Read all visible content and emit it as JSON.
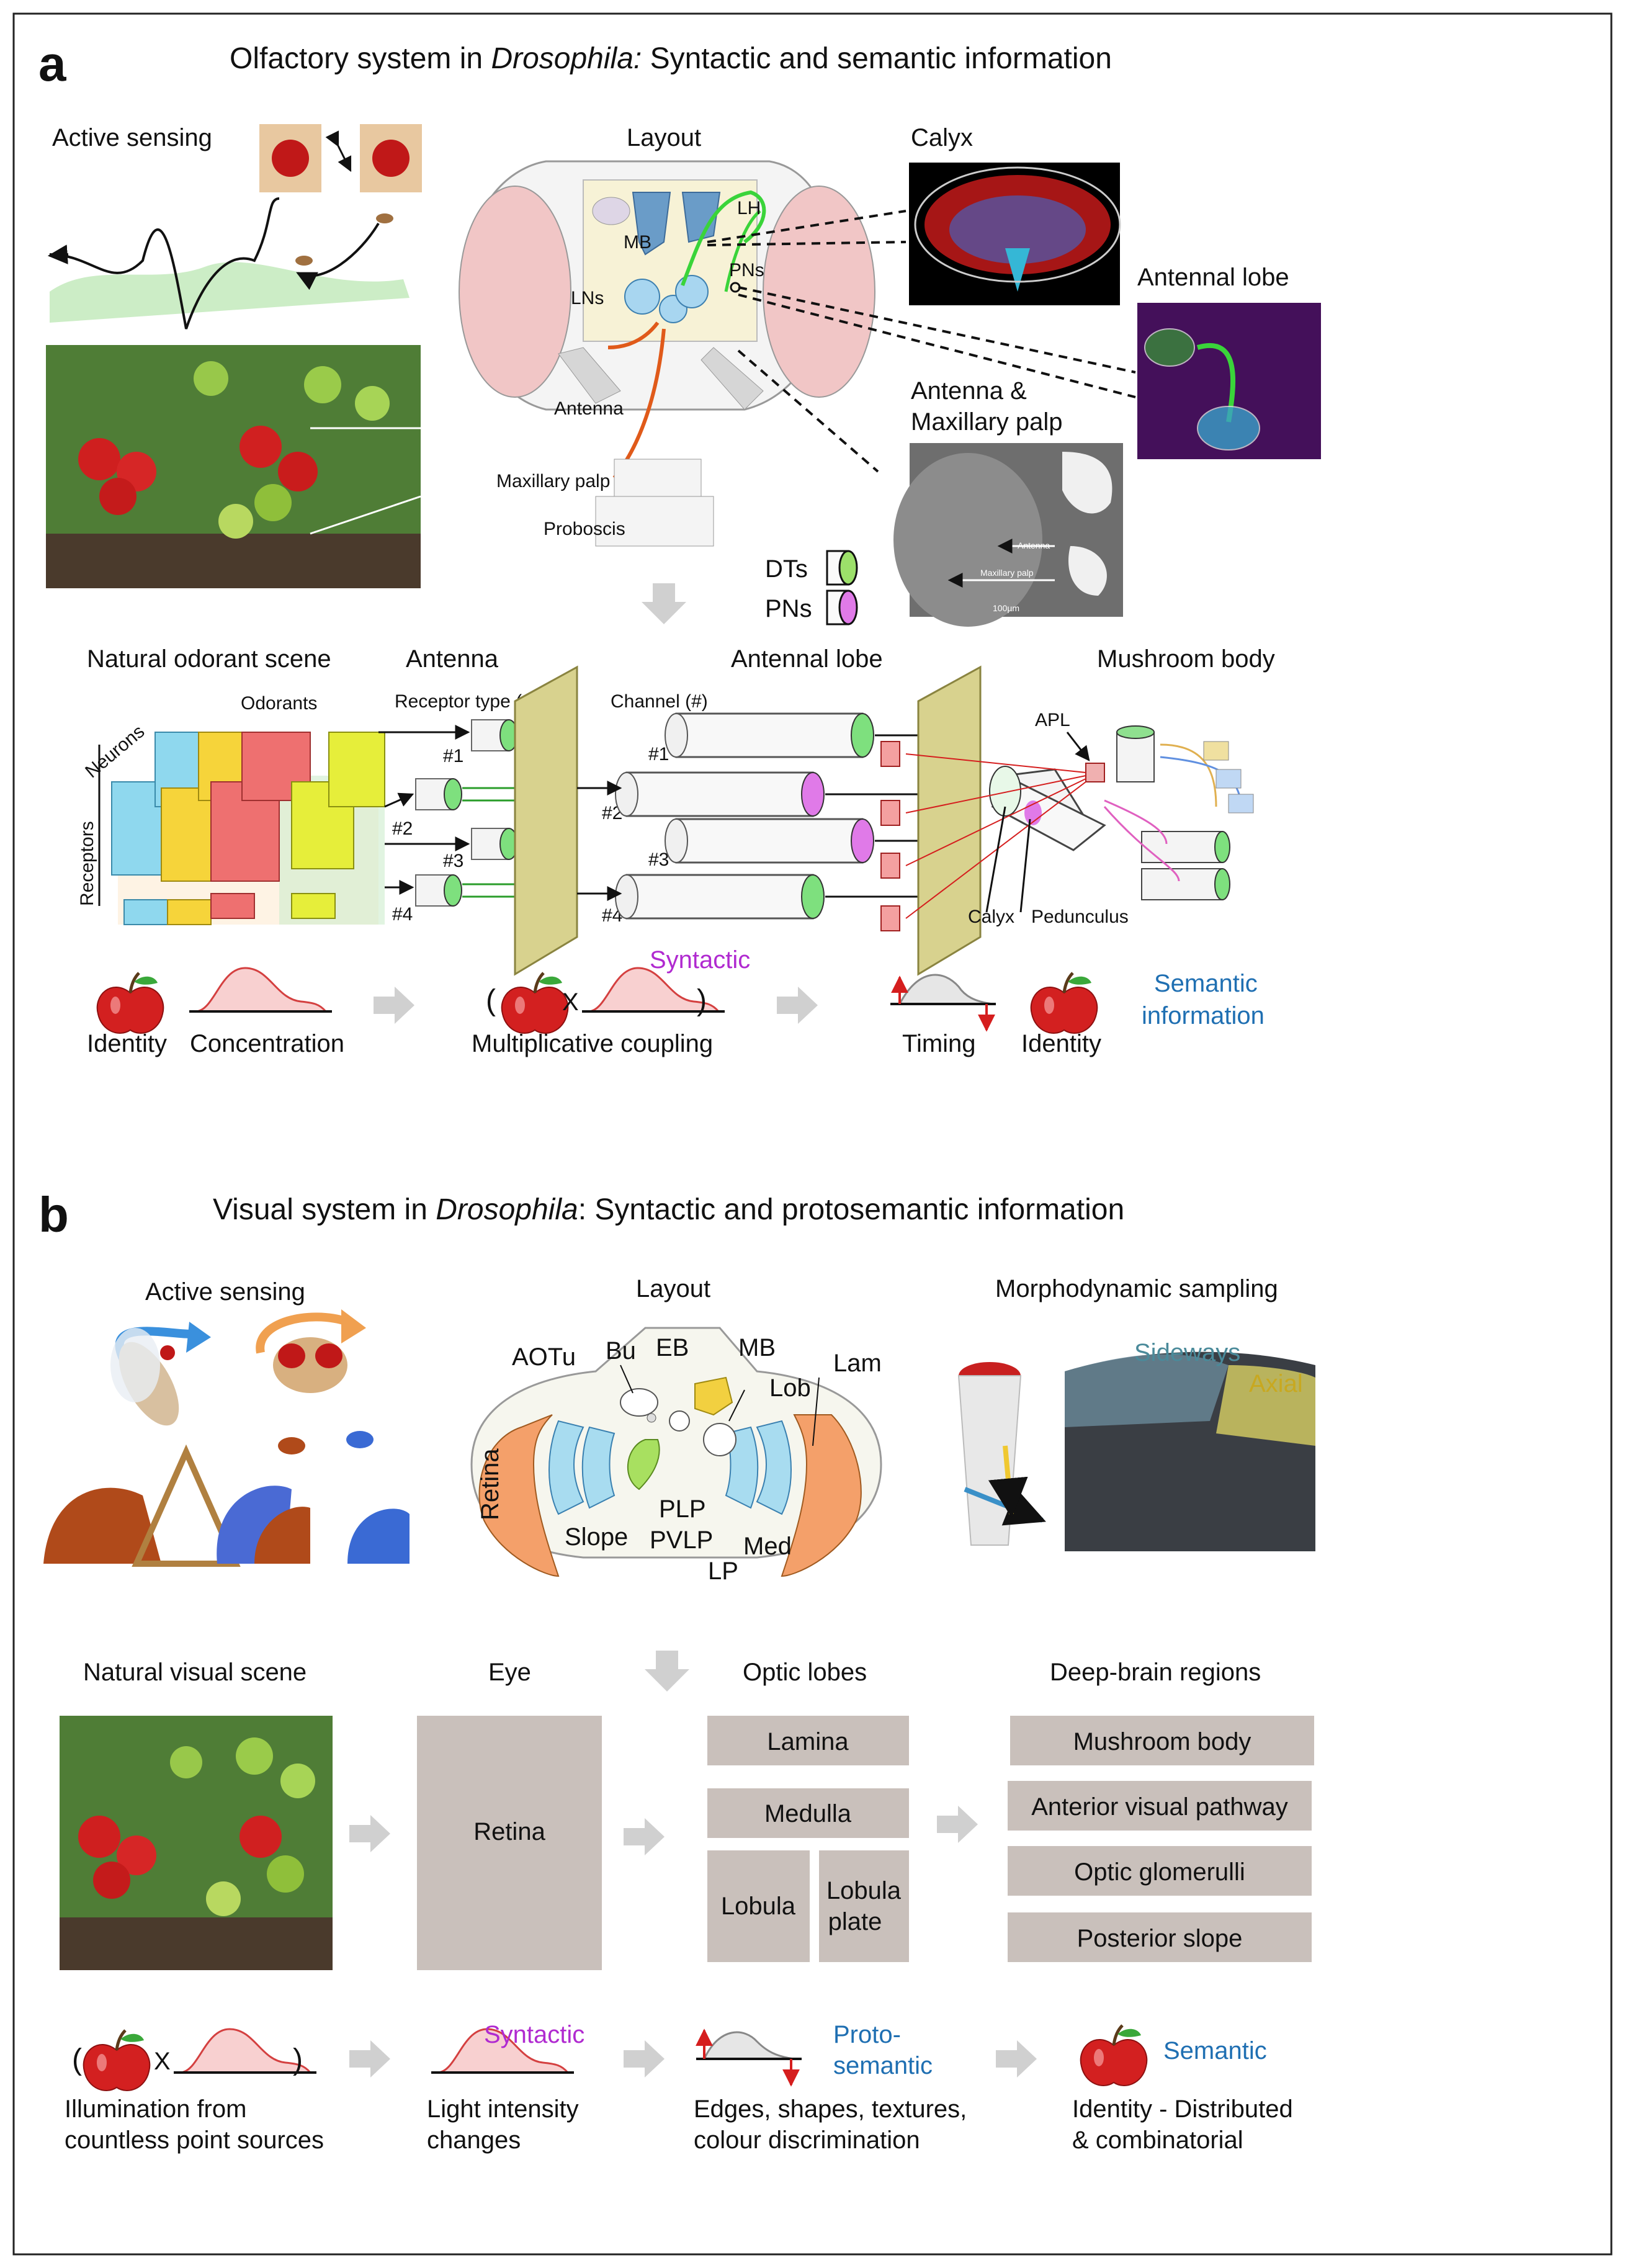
{
  "panel_a": {
    "letter": "a",
    "title_pre": "Olfactory system in ",
    "title_italic": "Drosophila:",
    "title_post": " Syntactic and semantic information",
    "active_sensing": "Active sensing",
    "layout": "Layout",
    "calyx": "Calyx",
    "antennal_lobe_img": "Antennal lobe",
    "antenna_palp_line1": "Antenna &",
    "antenna_palp_line2": "Maxillary palp",
    "brain_labels": {
      "lh": "LH",
      "mb": "MB",
      "pns": "PNs",
      "lns": "LNs",
      "antenna": "Antenna",
      "maxillary_palp": "Maxillary palp",
      "proboscis": "Proboscis"
    },
    "legend": {
      "dts": "DTs",
      "pns": "PNs"
    },
    "sem_labels": {
      "antenna": "Antenna",
      "maxillary_palp": "Maxillary palp",
      "scale": "100µm"
    },
    "stage_headers": [
      "Natural odorant scene",
      "Antenna",
      "Antennal lobe",
      "Mushroom body"
    ],
    "odorants": "Odorants",
    "neurons": "Neurons",
    "receptors": "Receptors",
    "receptor_type": "Receptor type (#)",
    "channel": "Channel (#)",
    "receptor_numbers": [
      "#1",
      "#2",
      "#3",
      "#4"
    ],
    "channel_numbers": [
      "#1",
      "#2",
      "#3",
      "#4"
    ],
    "apl": "APL",
    "calyx_small": "Calyx",
    "pedunculus": "Pedunculus",
    "syntactic": "Syntactic",
    "identity": "Identity",
    "concentration": "Concentration",
    "paren_open": "(",
    "times": "X",
    "paren_close": ")",
    "multiplicative": "Multiplicative coupling",
    "timing": "Timing",
    "identity2": "Identity",
    "semantic_line1": "Semantic",
    "semantic_line2": "information"
  },
  "panel_b": {
    "letter": "b",
    "title_pre": "Visual system in ",
    "title_italic": "Drosophila",
    "title_post": ": Syntactic and protosemantic information",
    "active_sensing": "Active  sensing",
    "layout": "Layout",
    "morphodynamic": "Morphodynamic sampling",
    "sideways": "Sideways",
    "axial": "Axial",
    "brain_labels": {
      "aotu": "AOTu",
      "bu": "Bu",
      "eb": "EB",
      "mb": "MB",
      "lam": "Lam",
      "lob": "Lob",
      "retina": "Retina",
      "slope": "Slope",
      "plp": "PLP",
      "pvlp": "PVLP",
      "med": "Med",
      "lp": "LP"
    },
    "stage_headers": [
      "Natural visual scene",
      "Eye",
      "Optic lobes",
      "Deep-brain regions"
    ],
    "retina_box": "Retina",
    "optic_boxes": {
      "lamina": "Lamina",
      "medulla": "Medulla",
      "lobula": "Lobula",
      "lobula_plate_1": "Lobula",
      "lobula_plate_2": "plate"
    },
    "deep_boxes": [
      "Mushroom body",
      "Anterior visual pathway",
      "Optic glomerulli",
      "Posterior slope"
    ],
    "paren_open": "(",
    "times": "X",
    "paren_close": ")",
    "illum_line1": "Illumination from",
    "illum_line2": "countless point sources",
    "syntactic": "Syntactic",
    "light_line1": "Light intensity",
    "light_line2": "changes",
    "proto_line1": "Proto-",
    "proto_line2": "semantic",
    "edges_line1": "Edges, shapes, textures,",
    "edges_line2": "colour discrimination",
    "semantic": "Semantic",
    "identity_line1": "Identity - Distributed",
    "identity_line2": "& combinatorial"
  },
  "colors": {
    "apple": "#d32020",
    "accent_blue": "#1f6fb2",
    "accent_magenta": "#b02ad0",
    "box_grey": "#c9c0bb",
    "arrow_grey": "#d0d0d0",
    "plane_olive": "#d8d28e"
  }
}
